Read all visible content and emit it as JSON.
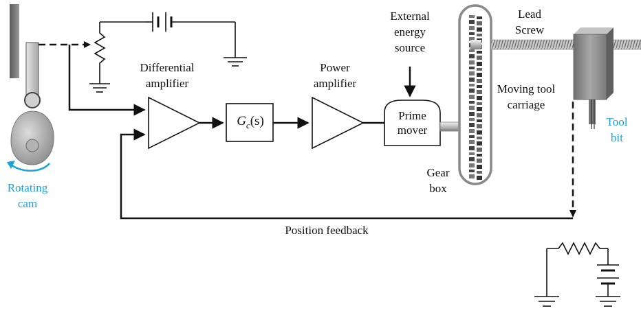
{
  "labels": {
    "differential_amplifier": [
      "Differential",
      "amplifier"
    ],
    "power_amplifier": [
      "Power",
      "amplifier"
    ],
    "external_energy_source": [
      "External",
      "energy",
      "source"
    ],
    "prime_mover": [
      "Prime",
      "mover"
    ],
    "lead_screw": [
      "Lead",
      "Screw"
    ],
    "moving_tool_carriage": [
      "Moving tool",
      "carriage"
    ],
    "tool_bit": [
      "Tool",
      "bit"
    ],
    "gear_box": [
      "Gear",
      "box"
    ],
    "rotating_cam": [
      "Rotating",
      "cam"
    ],
    "position_feedback": "Position feedback"
  },
  "controller": {
    "symbol": "G",
    "subscript": "c",
    "argument": "(s)"
  },
  "colors": {
    "line": "#111111",
    "accent_blue": "#1aa3d9",
    "metal_light": "#d9d9d9",
    "metal_dark": "#7a7a7a",
    "carriage": "#8c8c8c"
  }
}
